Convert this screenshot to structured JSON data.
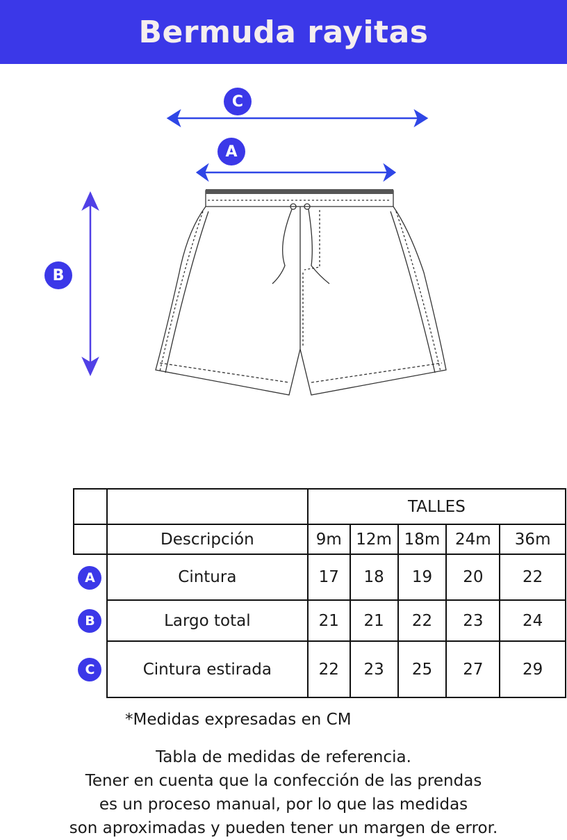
{
  "title": "Bermuda rayitas",
  "measure_labels": {
    "a": "A",
    "b": "B",
    "c": "C"
  },
  "colors": {
    "accent": "#3b38e8",
    "arrow": "#2f46e6"
  },
  "table": {
    "group_header": "TALLES",
    "description_header": "Descripción",
    "sizes": [
      "9m",
      "12m",
      "18m",
      "24m",
      "36m"
    ],
    "rows": [
      {
        "badge": "A",
        "label": "Cintura",
        "values": [
          "17",
          "18",
          "19",
          "20",
          "22"
        ]
      },
      {
        "badge": "B",
        "label": "Largo total",
        "values": [
          "21",
          "21",
          "22",
          "23",
          "24"
        ]
      },
      {
        "badge": "C",
        "label": "Cintura estirada",
        "values": [
          "22",
          "23",
          "25",
          "27",
          "29"
        ]
      }
    ]
  },
  "units_note": "*Medidas expresadas en CM",
  "disclaimer": [
    "Tabla de medidas de referencia.",
    "Tener en cuenta que la confección de las prendas",
    "es un proceso manual, por lo que las medidas",
    "son aproximadas y pueden tener un margen de error."
  ]
}
